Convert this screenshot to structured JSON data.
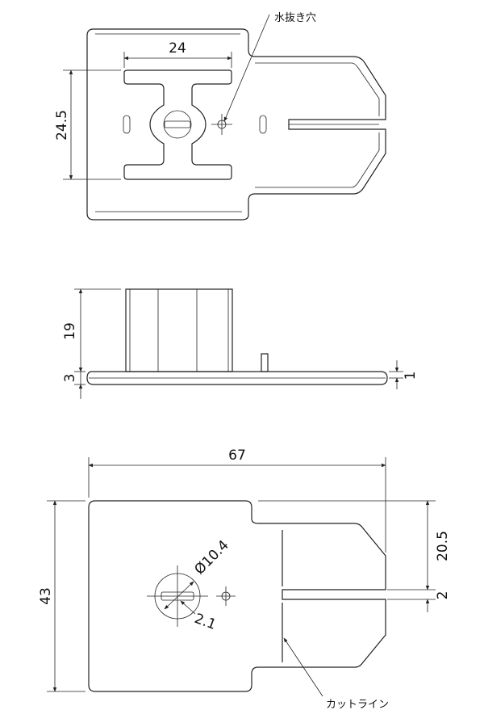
{
  "labels": {
    "drain_hole": "水抜き穴",
    "cut_line": "カットライン"
  },
  "top_view": {
    "dim_width": "24",
    "dim_height": "24.5"
  },
  "side_view": {
    "dim_height": "19",
    "dim_base": "3",
    "dim_tab": "1"
  },
  "bottom_view": {
    "dim_length": "67",
    "dim_height": "43",
    "dim_upper": "20.5",
    "dim_slot": "2",
    "dim_circle": "Ø10.4",
    "dim_small": "2.1"
  }
}
